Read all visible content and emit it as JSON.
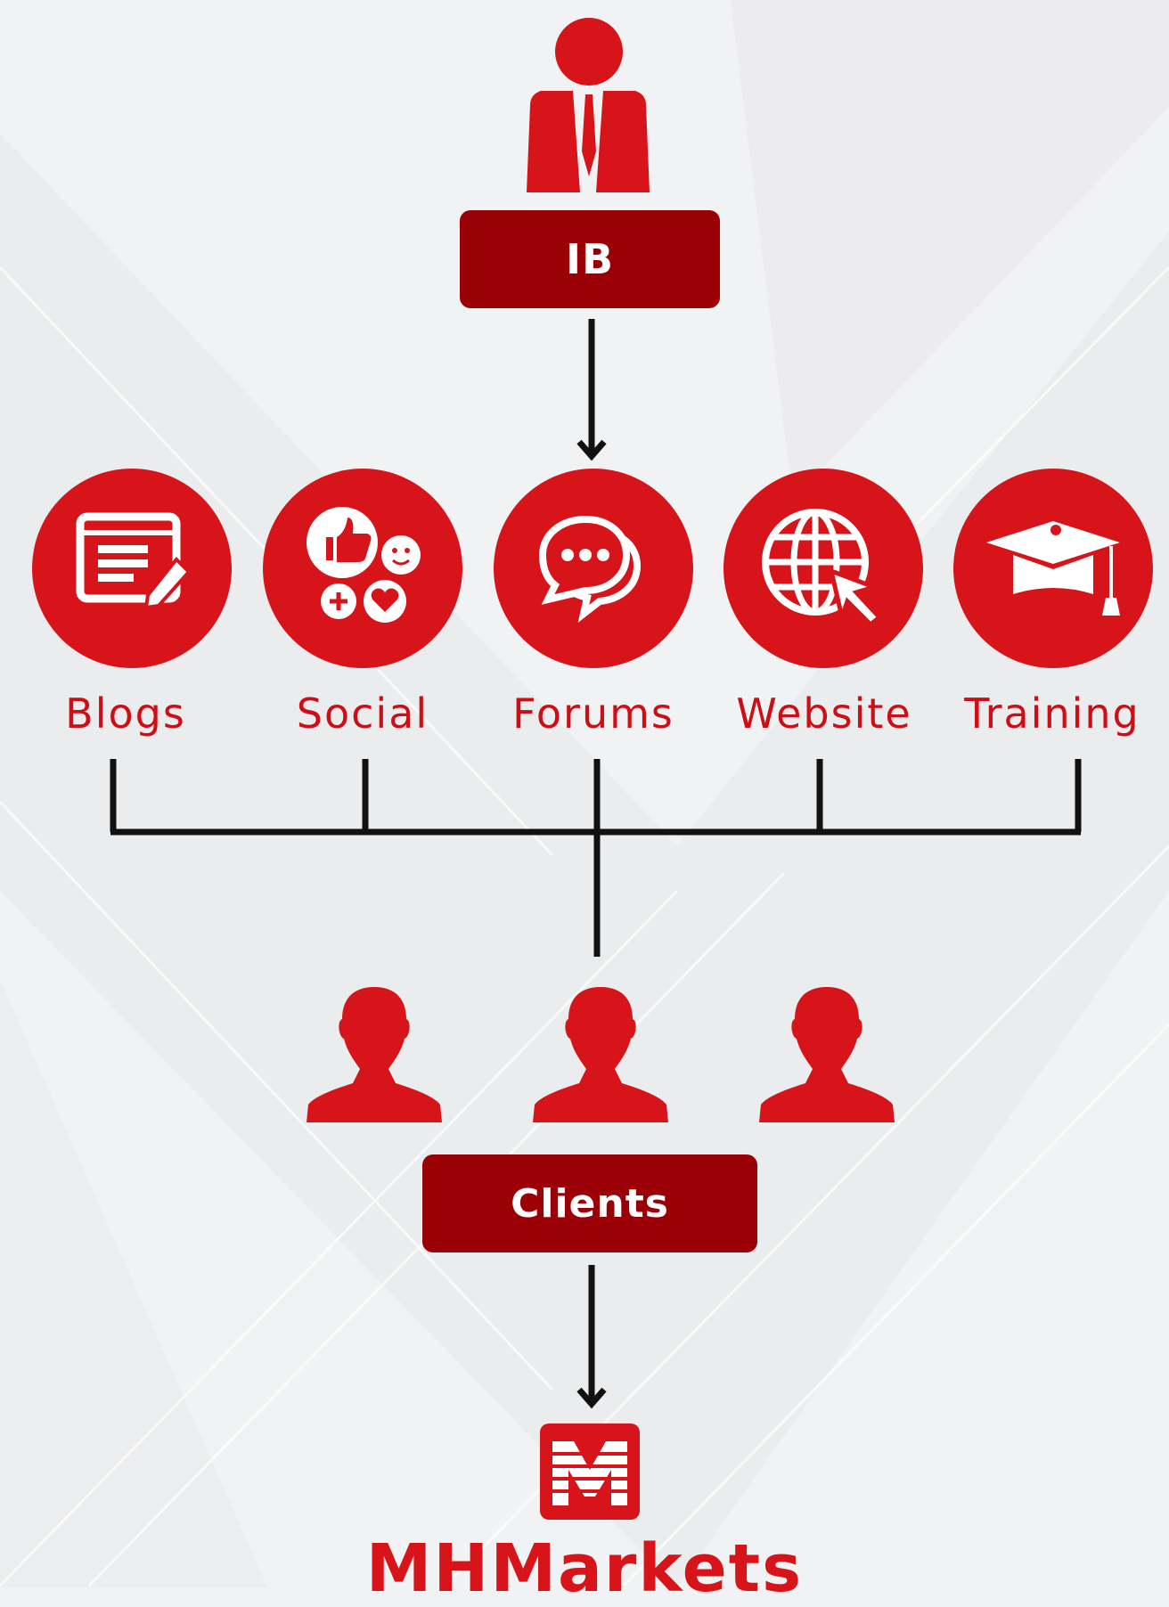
{
  "ib": {
    "label": "IB"
  },
  "channels": [
    {
      "label": "Blogs",
      "icon": "blog-icon"
    },
    {
      "label": "Social",
      "icon": "social-icon"
    },
    {
      "label": "Forums",
      "icon": "forum-chat-icon"
    },
    {
      "label": "Website",
      "icon": "website-globe-icon"
    },
    {
      "label": "Training",
      "icon": "graduation-cap-icon"
    }
  ],
  "clients": {
    "label": "Clients"
  },
  "brand": {
    "name": "MHMarkets",
    "logo_letter": "M"
  },
  "colors": {
    "red": "#d7141a",
    "dark_red": "#9a0006",
    "line": "#111111",
    "background": "#f1f2f3"
  }
}
